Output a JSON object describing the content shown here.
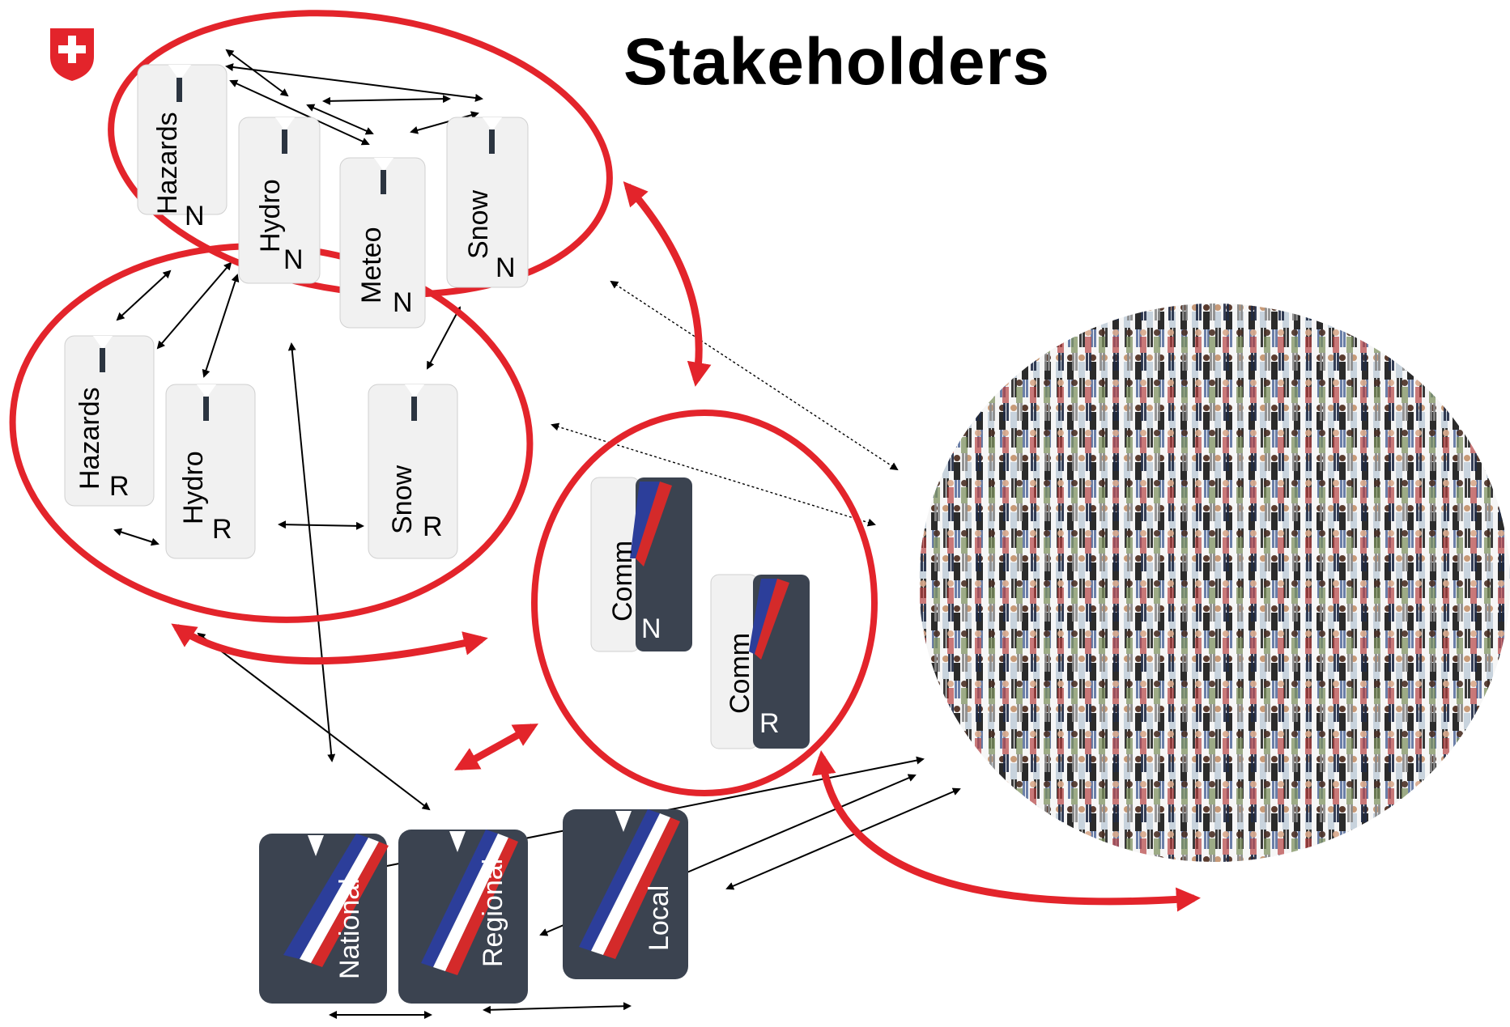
{
  "title": "Stakeholders",
  "logo": {
    "type": "swiss-cross",
    "color": "#e3242b"
  },
  "colors": {
    "ellipse": "#e3242b",
    "coat": "#f2f2f2",
    "suit": "#3b4350",
    "sash_blue": "#2c3e9a",
    "sash_red": "#d42a2a"
  },
  "groups": {
    "national_experts": [
      {
        "name": "Hazards",
        "level": "N"
      },
      {
        "name": "Hydro",
        "level": "N"
      },
      {
        "name": "Meteo",
        "level": "N"
      },
      {
        "name": "Snow",
        "level": "N"
      }
    ],
    "regional_experts": [
      {
        "name": "Hazards",
        "level": "R"
      },
      {
        "name": "Hydro",
        "level": "R"
      },
      {
        "name": "Snow",
        "level": "R"
      }
    ],
    "communication": [
      {
        "name": "Comm",
        "level": "N"
      },
      {
        "name": "Comm",
        "level": "R"
      }
    ],
    "authorities": [
      {
        "name": "National"
      },
      {
        "name": "Regional"
      },
      {
        "name": "Local"
      }
    ]
  },
  "public": {
    "icon": "crowd-icon"
  }
}
